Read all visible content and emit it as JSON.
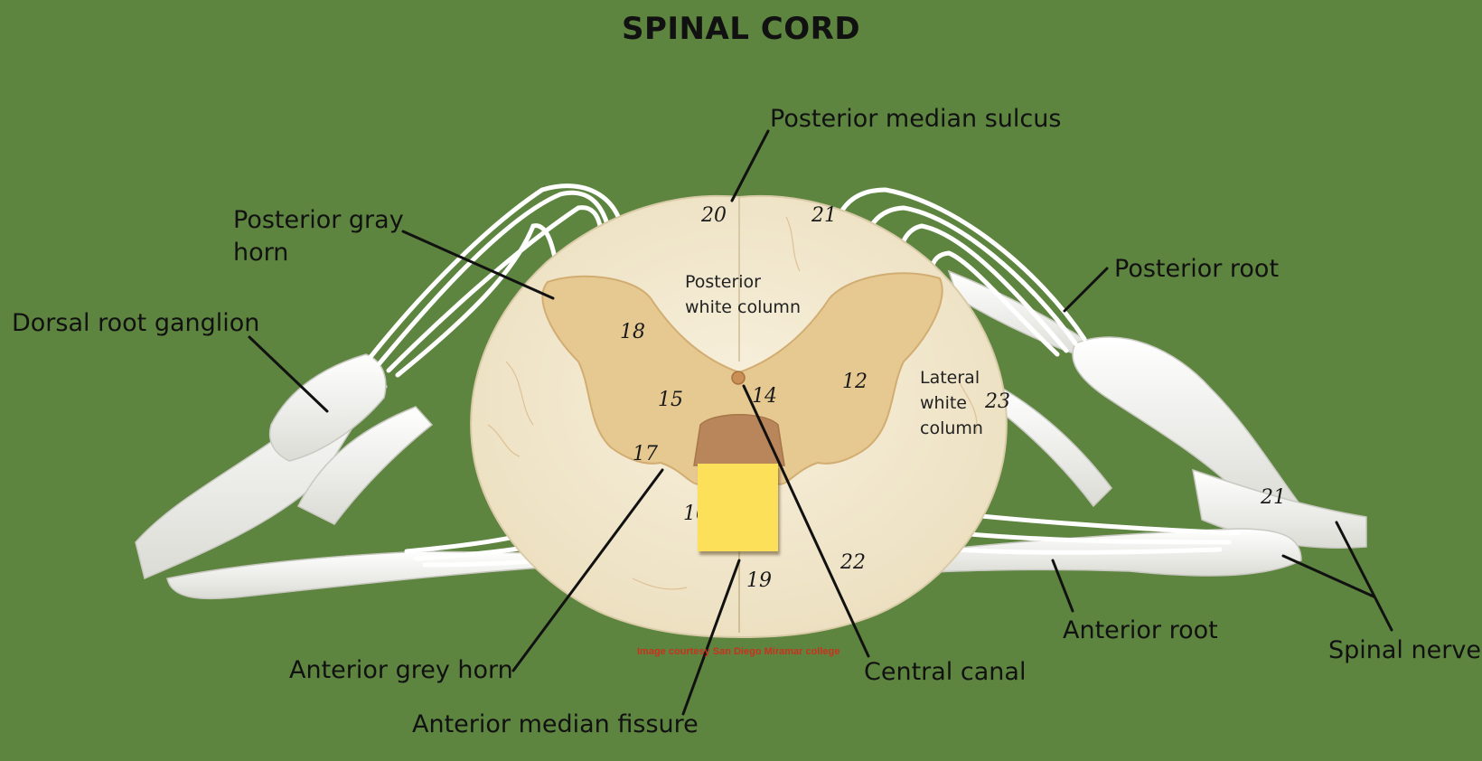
{
  "title": "SPINAL CORD",
  "labels": {
    "posterior_median_sulcus": "Posterior median sulcus",
    "posterior_gray_horn_line1": "Posterior gray",
    "posterior_gray_horn_line2": "horn",
    "dorsal_root_ganglion": "Dorsal root ganglion",
    "posterior_root": "Posterior root",
    "anterior_grey_horn": "Anterior grey  horn",
    "anterior_median_fissure": "Anterior median fissure",
    "central_canal": "Central canal",
    "anterior_root": "Anterior root",
    "spinal_nerve": "Spinal nerve"
  },
  "inner_labels": {
    "posterior_white_column_line1": "Posterior",
    "posterior_white_column_line2": "white column",
    "lateral_white_column_line1": "Lateral",
    "lateral_white_column_line2": "white",
    "lateral_white_column_line3": "column"
  },
  "model_numbers": {
    "n20": "20",
    "n21a": "21",
    "n18": "18",
    "n15": "15",
    "n14": "14",
    "n12": "12",
    "n23": "23",
    "n17": "17",
    "n16": "16",
    "n19": "19",
    "n22": "22",
    "n21b": "21"
  },
  "credit": "Image courtesy San Diego Miramar college",
  "colors": {
    "background": "#5e8540",
    "white_matter": "#f3ead2",
    "grey_matter": "#e6c891",
    "nerve": "#f2f2ee",
    "sticky_note": "#fde05a",
    "credit_text": "#c8321e"
  }
}
